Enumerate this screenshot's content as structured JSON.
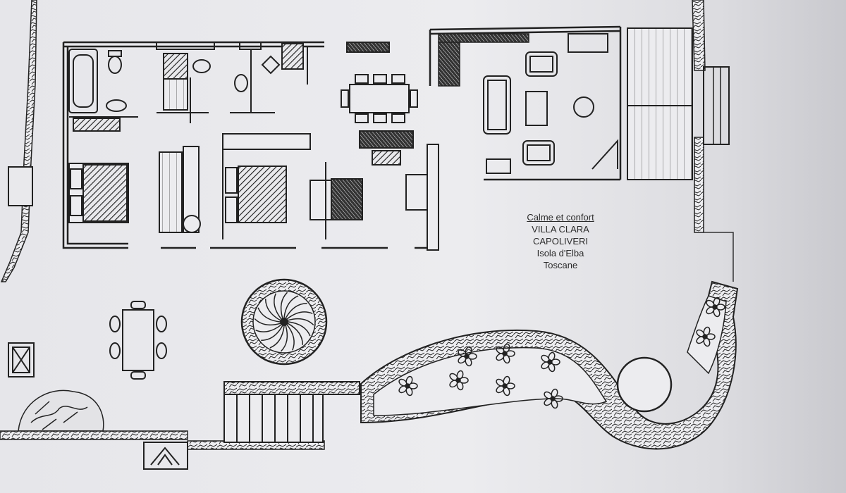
{
  "caption": {
    "tagline": "Calme et confort",
    "villa": "VILLA CLARA",
    "town": "CAPOLIVERI",
    "island": "Isola d'Elba",
    "region": "Toscane"
  },
  "colors": {
    "paper": "#e9e9ec",
    "ink": "#262626",
    "shadow": "#bdbdc3"
  }
}
